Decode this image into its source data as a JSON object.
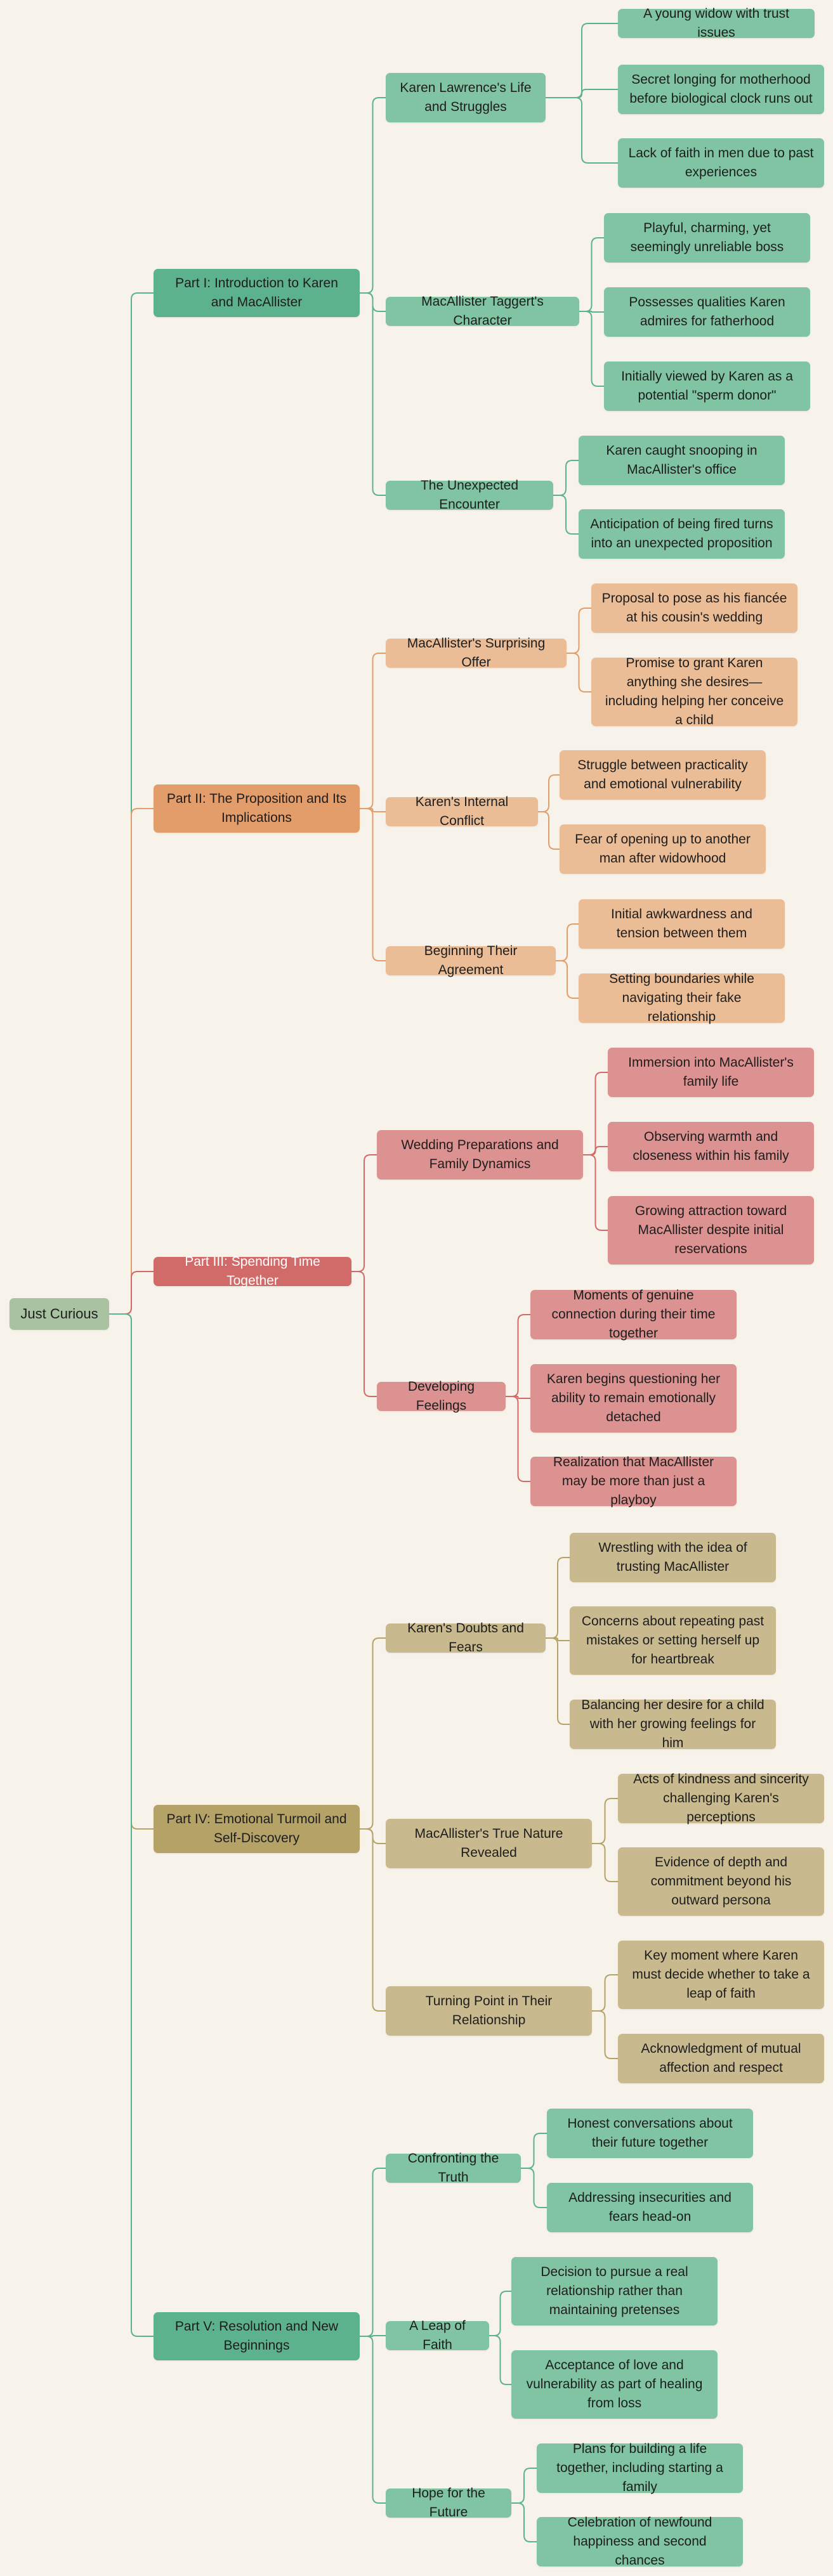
{
  "diagram": {
    "root": "Just Curious",
    "parts": [
      {
        "label": "Part I: Introduction to Karen and MacAllister",
        "color": "#5cb28c",
        "child_color": "#80c4a3",
        "edge_color": "#5cb28c",
        "sections": [
          {
            "label": "Karen Lawrence's Life and Struggles",
            "items": [
              "A young widow with trust issues",
              "Secret longing for motherhood before biological clock runs out",
              "Lack of faith in men due to past experiences"
            ]
          },
          {
            "label": "MacAllister Taggert's Character",
            "items": [
              "Playful, charming, yet seemingly unreliable boss",
              "Possesses qualities Karen admires for fatherhood",
              "Initially viewed by Karen as a potential \"sperm donor\""
            ]
          },
          {
            "label": "The Unexpected Encounter",
            "items": [
              "Karen caught snooping in MacAllister's office",
              "Anticipation of being fired turns into an unexpected proposition"
            ]
          }
        ]
      },
      {
        "label": "Part II: The Proposition and Its Implications",
        "color": "#e29d6a",
        "child_color": "#eabd96",
        "edge_color": "#e29d6a",
        "sections": [
          {
            "label": "MacAllister's Surprising Offer",
            "items": [
              "Proposal to pose as his fiancée at his cousin's wedding",
              "Promise to grant Karen anything she desires—including helping her conceive a child"
            ]
          },
          {
            "label": "Karen's Internal Conflict",
            "items": [
              "Struggle between practicality and emotional vulnerability",
              "Fear of opening up to another man after widowhood"
            ]
          },
          {
            "label": "Beginning Their Agreement",
            "items": [
              "Initial awkwardness and tension between them",
              "Setting boundaries while navigating their fake relationship"
            ]
          }
        ]
      },
      {
        "label": "Part III: Spending Time Together",
        "color": "#d06b69",
        "child_color": "#dc9290",
        "edge_color": "#d06b69",
        "sections": [
          {
            "label": "Wedding Preparations and Family Dynamics",
            "items": [
              "Immersion into MacAllister's family life",
              "Observing warmth and closeness within his family",
              "Growing attraction toward MacAllister despite initial reservations"
            ]
          },
          {
            "label": "Developing Feelings",
            "items": [
              "Moments of genuine connection during their time together",
              "Karen begins questioning her ability to remain emotionally detached",
              "Realization that MacAllister may be more than just a playboy"
            ]
          }
        ]
      },
      {
        "label": "Part IV: Emotional Turmoil and Self-Discovery",
        "color": "#b5a267",
        "child_color": "#c8b98e",
        "edge_color": "#b5a267",
        "sections": [
          {
            "label": "Karen's Doubts and Fears",
            "items": [
              "Wrestling with the idea of trusting MacAllister",
              "Concerns about repeating past mistakes or setting herself up for heartbreak",
              "Balancing her desire for a child with her growing feelings for him"
            ]
          },
          {
            "label": "MacAllister's True Nature Revealed",
            "items": [
              "Acts of kindness and sincerity challenging Karen's perceptions",
              "Evidence of depth and commitment beyond his outward persona"
            ]
          },
          {
            "label": "Turning Point in Their Relationship",
            "items": [
              "Key moment where Karen must decide whether to take a leap of faith",
              "Acknowledgment of mutual affection and respect"
            ]
          }
        ]
      },
      {
        "label": "Part V: Resolution and New Beginnings",
        "color": "#5cb28c",
        "child_color": "#80c4a3",
        "edge_color": "#5cb28c",
        "sections": [
          {
            "label": "Confronting the Truth",
            "items": [
              "Honest conversations about their future together",
              "Addressing insecurities and fears head-on"
            ]
          },
          {
            "label": "A Leap of Faith",
            "items": [
              "Decision to pursue a real relationship rather than maintaining pretenses",
              "Acceptance of love and vulnerability as part of healing from loss"
            ]
          },
          {
            "label": "Hope for the Future",
            "items": [
              "Plans for building a life together, including starting a family",
              "Celebration of newfound happiness and second chances"
            ]
          }
        ]
      }
    ],
    "root_color": "#a9c2a2"
  }
}
